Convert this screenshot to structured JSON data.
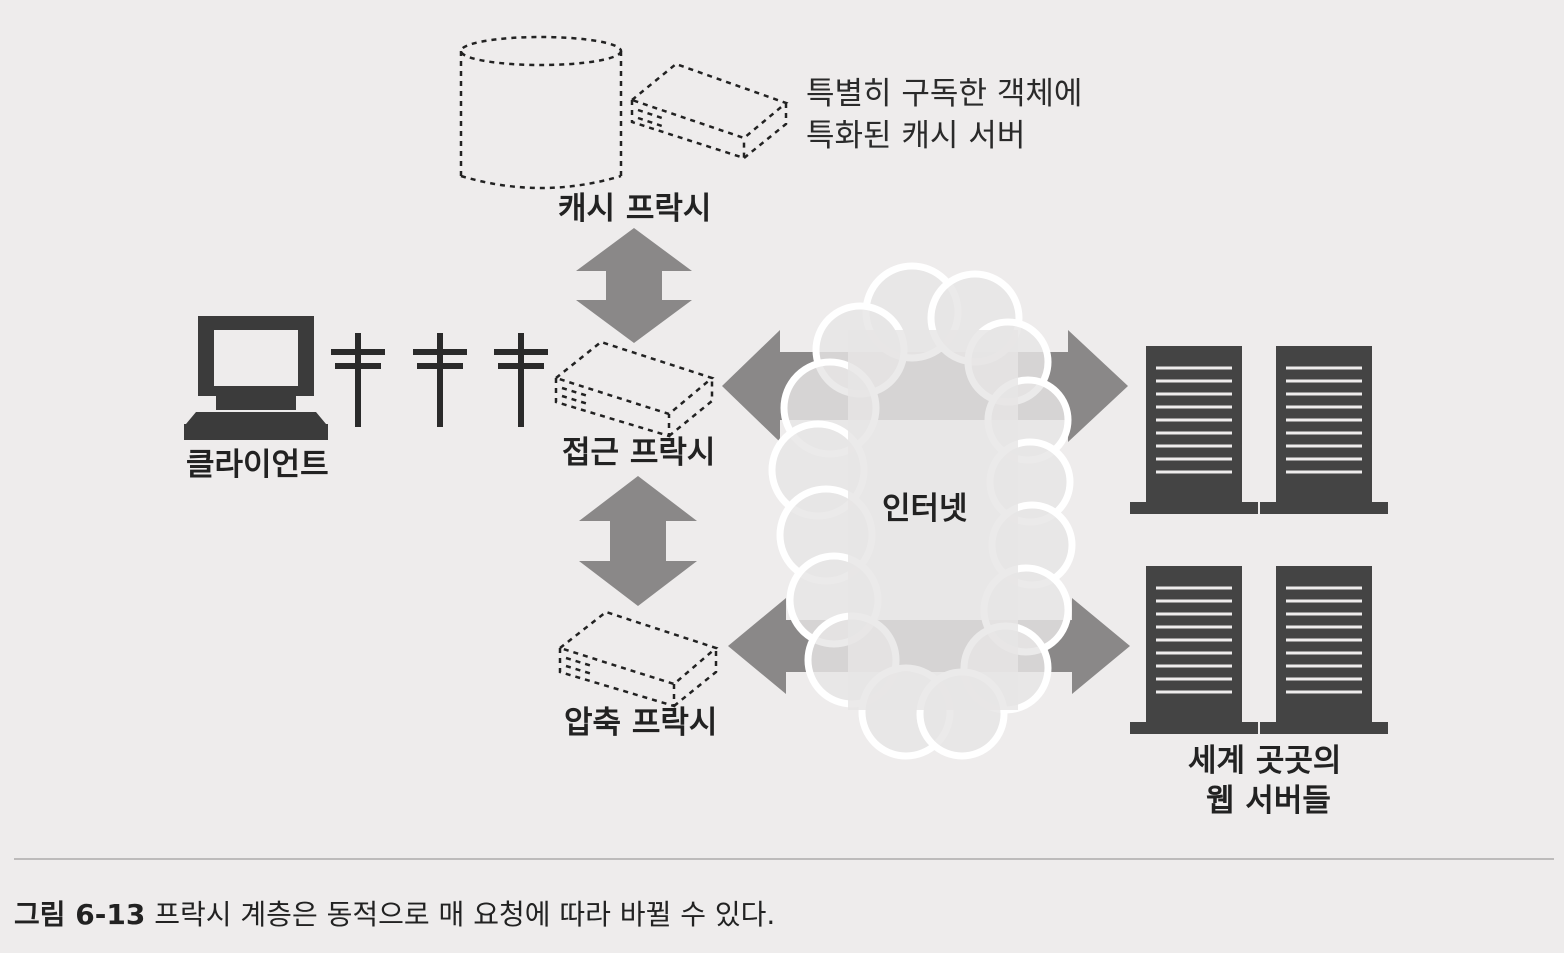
{
  "diagram": {
    "labels": {
      "cache_proxy": "캐시 프락시",
      "special_cache_line1": "특별히 구독한 객체에",
      "special_cache_line2": "특화된 캐시 서버",
      "client": "클라이언트",
      "access_proxy": "접근 프락시",
      "internet": "인터넷",
      "compression_proxy": "압축 프락시",
      "web_servers_line1": "세계 곳곳의",
      "web_servers_line2": "웹 서버들"
    },
    "colors": {
      "background": "#eeecec",
      "arrow": "#8a8888",
      "server": "#444444",
      "cloud": "#e4e3e3",
      "dashed": "#222222"
    }
  },
  "caption": {
    "figure_no": "그림 6-13",
    "text": " 프락시 계층은 동적으로 매 요청에 따라 바뀔 수 있다."
  }
}
